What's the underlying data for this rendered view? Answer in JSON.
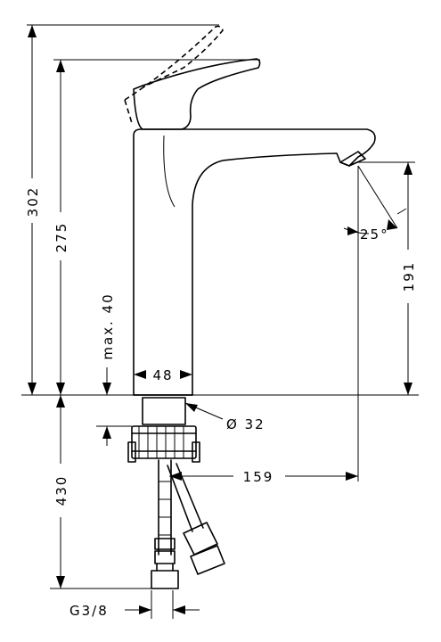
{
  "dimensions": {
    "total_height": "302",
    "spout_height": "275",
    "max_deck": "max. 40",
    "body_width": "48",
    "shank_diameter": "Ø 32",
    "reach": "159",
    "outlet_height": "191",
    "angle": "25°",
    "hose_length": "430",
    "connection": "G3/8"
  }
}
